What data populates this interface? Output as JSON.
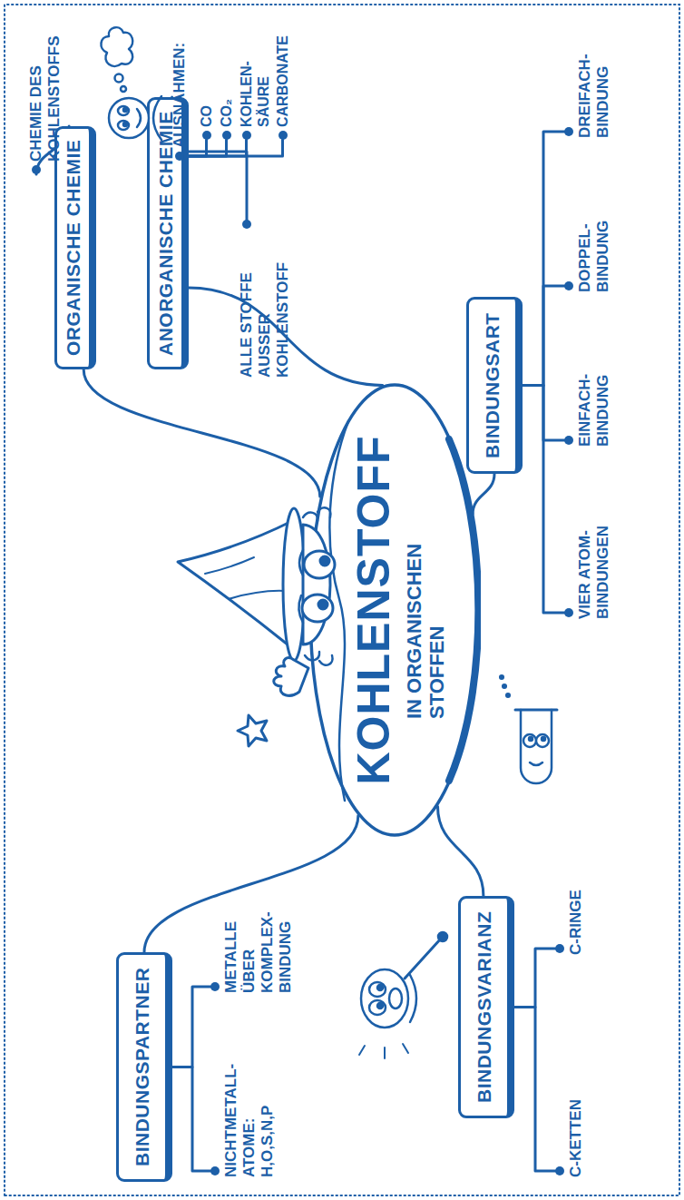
{
  "diagram": {
    "nodes": [
      {
        "text": [
          "KOHLENSTOFF",
          "IN ORGANISCHEN STOFFEN"
        ]
      },
      {
        "text": [
          "ORGANISCHE CHEMIE"
        ]
      },
      {
        "text": [
          "CHEMIE DES KOHLENSTOFFS"
        ]
      },
      {
        "text": [
          "ANORGANISCHE CHEMIE"
        ]
      },
      {
        "text": [
          "ALLE STOFFE AUSSER KOHLENSTOFF"
        ]
      },
      {
        "text": [
          "AUSNAHMEN:"
        ]
      },
      {
        "text": [
          "CO"
        ]
      },
      {
        "text": [
          "CO₂"
        ]
      },
      {
        "text": [
          "KOHLEN- SÄURE"
        ]
      },
      {
        "text": [
          "CARBONATE"
        ]
      },
      {
        "text": [
          "BINDUNGSART"
        ]
      },
      {
        "text": [
          "VIER ATOM- BINDUNGEN"
        ]
      },
      {
        "text": [
          "EINFACH- BINDUNG"
        ]
      },
      {
        "text": [
          "DOPPEL- BINDUNG"
        ]
      },
      {
        "text": [
          "DREIFACH- BINDUNG"
        ]
      },
      {
        "text": [
          "BINDUNGSPARTNER"
        ]
      },
      {
        "text": [
          "NICHTMETALL- ATOME: H,O,S,N,P"
        ]
      },
      {
        "text": [
          "METALLE ÜBER KOMPLEX- BINDUNG"
        ]
      },
      {
        "text": [
          "BINDUNGSVARIANZ"
        ]
      },
      {
        "text": [
          "C-KETTEN"
        ]
      },
      {
        "text": [
          "C-RINGE"
        ]
      }
    ],
    "edges": [
      {
        "from": 0,
        "to": 1,
        "arrow": "none"
      },
      {
        "from": 1,
        "to": 2,
        "arrow": "none"
      },
      {
        "from": 0,
        "to": 3,
        "arrow": "none"
      },
      {
        "from": 3,
        "to": 4,
        "arrow": "none"
      },
      {
        "from": 3,
        "to": 5,
        "arrow": "none"
      },
      {
        "from": 5,
        "to": 6,
        "arrow": "none"
      },
      {
        "from": 5,
        "to": 7,
        "arrow": "none"
      },
      {
        "from": 5,
        "to": 8,
        "arrow": "none"
      },
      {
        "from": 5,
        "to": 9,
        "arrow": "none"
      },
      {
        "from": 0,
        "to": 10,
        "arrow": "none"
      },
      {
        "from": 10,
        "to": 11,
        "arrow": "none"
      },
      {
        "from": 10,
        "to": 12,
        "arrow": "none"
      },
      {
        "from": 10,
        "to": 13,
        "arrow": "none"
      },
      {
        "from": 10,
        "to": 14,
        "arrow": "none"
      },
      {
        "from": 0,
        "to": 15,
        "arrow": "none"
      },
      {
        "from": 15,
        "to": 16,
        "arrow": "none"
      },
      {
        "from": 15,
        "to": 17,
        "arrow": "none"
      },
      {
        "from": 0,
        "to": 18,
        "arrow": "none"
      },
      {
        "from": 18,
        "to": 19,
        "arrow": "none"
      },
      {
        "from": 18,
        "to": 20,
        "arrow": "none"
      }
    ]
  }
}
